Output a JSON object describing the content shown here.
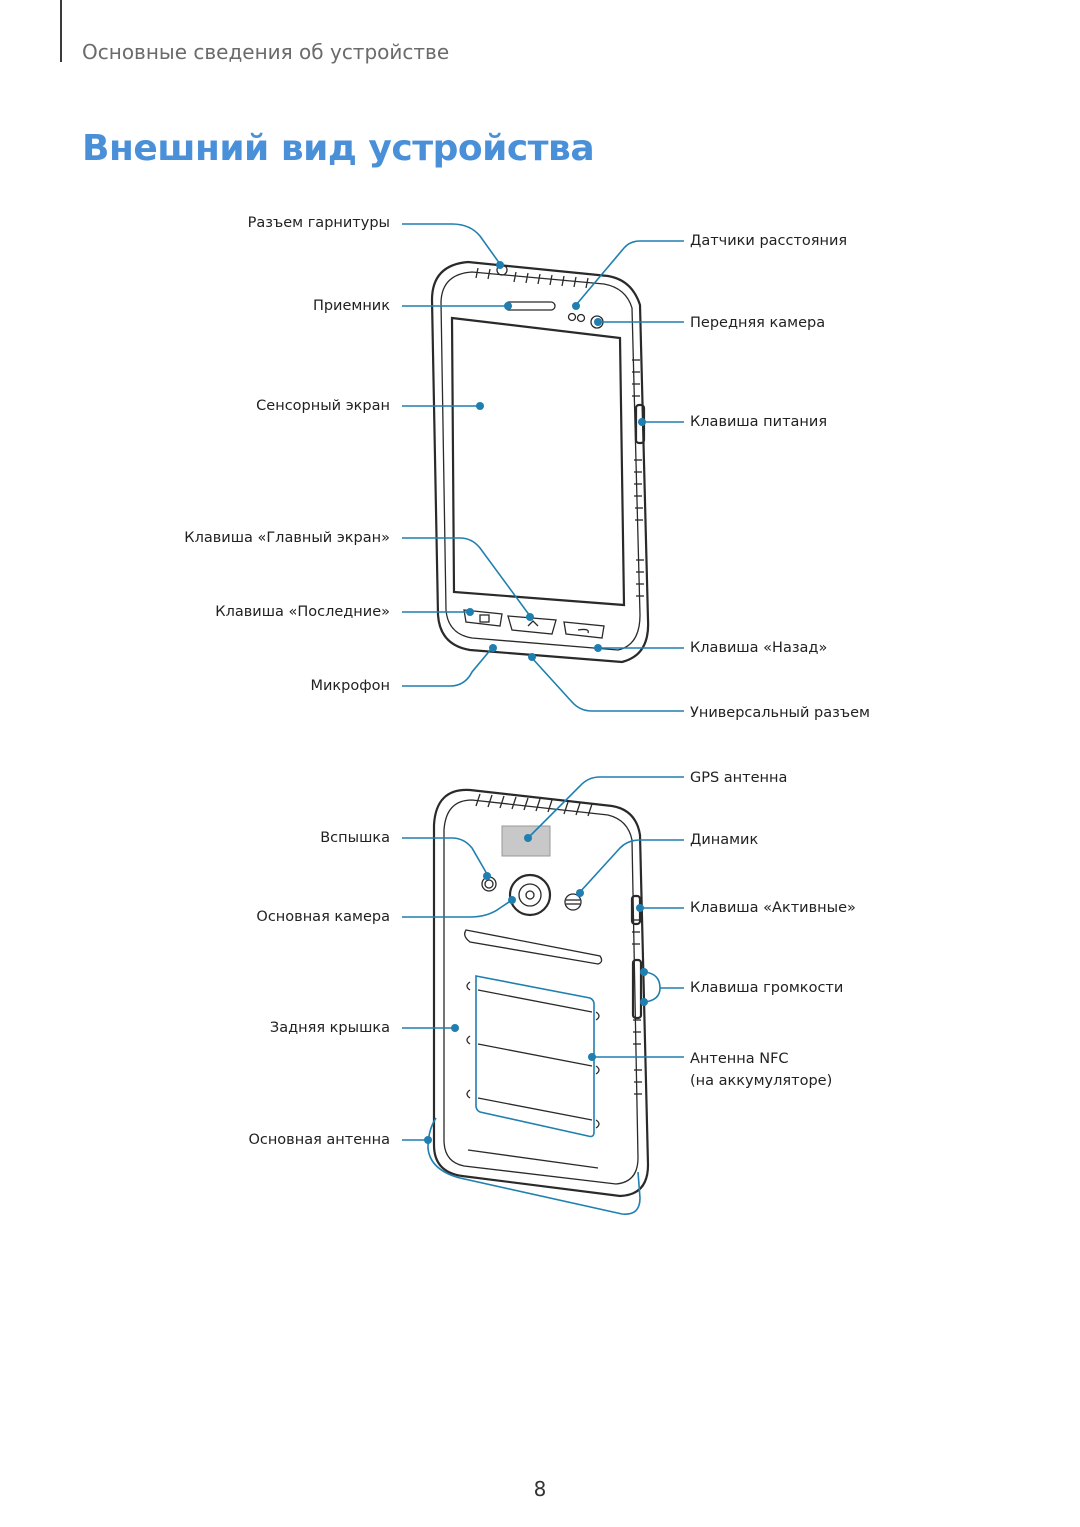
{
  "header": {
    "section": "Основные сведения об устройстве",
    "title": "Внешний вид устройства"
  },
  "front_labels": {
    "headset_jack": "Разъем гарнитуры",
    "receiver": "Приемник",
    "touchscreen": "Сенсорный экран",
    "home_key": "Клавиша «Главный экран»",
    "recent_key": "Клавиша «Последние»",
    "microphone": "Микрофон",
    "proximity_sensors": "Датчики расстояния",
    "front_camera": "Передняя камера",
    "power_key": "Клавиша питания",
    "back_key": "Клавиша «Назад»",
    "multipurpose_jack": "Универсальный разъем"
  },
  "back_labels": {
    "flash": "Вспышка",
    "rear_camera": "Основная камера",
    "back_cover": "Задняя крышка",
    "main_antenna": "Основная антенна",
    "gps_antenna": "GPS антенна",
    "speaker": "Динамик",
    "active_key": "Клавиша «Активные»",
    "volume_key": "Клавиша громкости",
    "nfc_antenna_line1": "Антенна NFC",
    "nfc_antenna_line2": "(на аккумуляторе)"
  },
  "page_number": "8",
  "colors": {
    "title": "#4a90d9",
    "callout": "#1f7fb0",
    "device_outline": "#2a2a2a"
  }
}
